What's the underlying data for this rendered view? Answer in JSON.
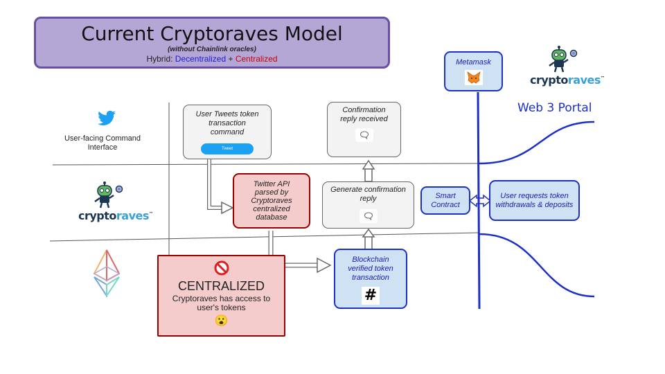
{
  "title": {
    "main": "Current Cryptoraves Model",
    "subtitle": "(without Chainlink oracles)",
    "hybrid_prefix": "Hybrid: ",
    "decentralized": "Decentralized",
    "plus": " + ",
    "centralized": "Centralized"
  },
  "rows": {
    "twitter_label": "User-facing Command Interface"
  },
  "logo": {
    "word_part1": "crypto",
    "word_part2": "raves",
    "tm": "™"
  },
  "boxes": {
    "user_tweets": "User Tweets token transaction command",
    "tweet_button": "Tweet",
    "confirmation_received": "Confirmation reply received",
    "twitter_api": "Twitter API parsed by Cryptoraves centralized database",
    "generate_reply": "Generate confirmation reply",
    "smart_contract": "Smart Contract",
    "user_requests": "User requests token withdrawals & deposits",
    "blockchain": "Blockchain verified token transaction",
    "blockchain_symbol": "#",
    "metamask": "Metamask",
    "web3_portal": "Web 3 Portal"
  },
  "centralized": {
    "heading": "CENTRALIZED",
    "body": "Cryptoraves has access to user's tokens",
    "emoji": "😮"
  },
  "colors": {
    "title_bg": "#b4a7d6",
    "title_border": "#674ea7",
    "decentralized": "#1a1ad6",
    "centralized": "#cc0000",
    "blue_box_bg": "#cfe2f3",
    "blue_border": "#1c2fc7",
    "red_box_bg": "#f4cccc",
    "red_border": "#990000",
    "twitter_blue": "#1da1f2"
  }
}
